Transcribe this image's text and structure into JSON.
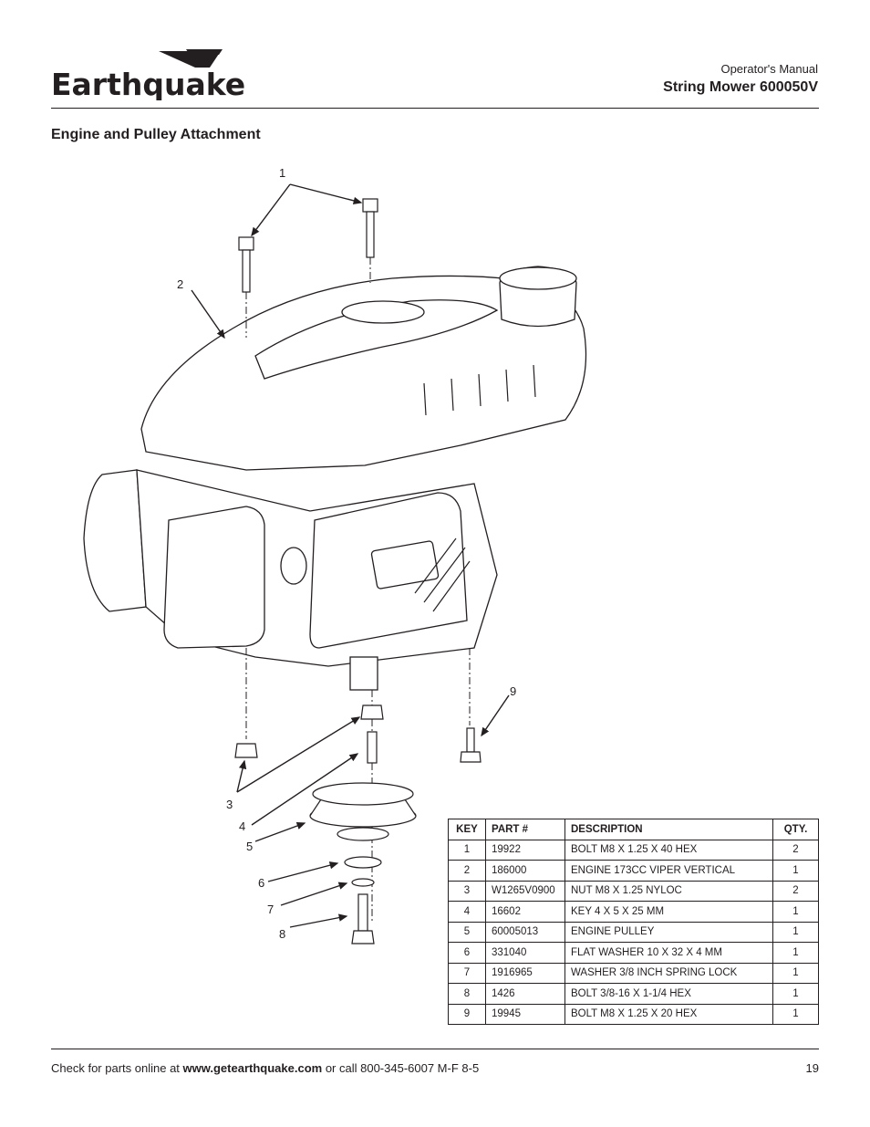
{
  "header": {
    "brand": "Earthquake",
    "subtitle": "Operator's Manual",
    "title": "String Mower 600050V"
  },
  "section_title": "Engine and Pulley Attachment",
  "callouts": [
    "1",
    "2",
    "3",
    "4",
    "5",
    "6",
    "7",
    "8",
    "9"
  ],
  "parts_table": {
    "headers": [
      "KEY",
      "PART #",
      "DESCRIPTION",
      "QTY."
    ],
    "rows": [
      [
        "1",
        "19922",
        "BOLT M8 X 1.25 X 40 HEX",
        "2"
      ],
      [
        "2",
        "186000",
        "ENGINE 173CC VIPER VERTICAL",
        "1"
      ],
      [
        "3",
        "W1265V0900",
        "NUT M8 X 1.25 NYLOC",
        "2"
      ],
      [
        "4",
        "16602",
        "KEY 4 X 5 X 25 MM",
        "1"
      ],
      [
        "5",
        "60005013",
        "ENGINE PULLEY",
        "1"
      ],
      [
        "6",
        "331040",
        "FLAT WASHER 10 X 32 X 4 MM",
        "1"
      ],
      [
        "7",
        "1916965",
        "WASHER 3/8 INCH SPRING LOCK",
        "1"
      ],
      [
        "8",
        "1426",
        "BOLT 3/8-16 X 1-1/4 HEX",
        "1"
      ],
      [
        "9",
        "19945",
        "BOLT M8 X 1.25 X 20 HEX",
        "1"
      ]
    ]
  },
  "footer": {
    "prefix": "Check for parts online at ",
    "url": "www.getearthquake.com",
    "suffix": " or call 800-345-6007 M-F 8-5",
    "page_number": "19"
  }
}
